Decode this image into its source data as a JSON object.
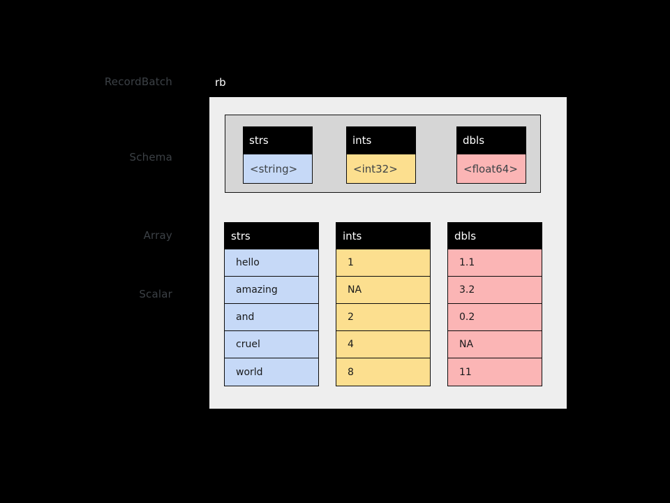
{
  "diagram": {
    "title_label": "rb",
    "side_labels": [
      {
        "key": "recordbatch",
        "text": "RecordBatch"
      },
      {
        "key": "schema",
        "text": "Schema"
      },
      {
        "key": "array",
        "text": "Array"
      },
      {
        "key": "scalar",
        "text": "Scalar"
      }
    ],
    "colors": {
      "background": "#000000",
      "recordbatch_fill": "#eeeeee",
      "schema_fill": "#d6d6d6",
      "header_fill": "#000000",
      "header_text": "#ffffff",
      "string_fill": "#c6d9f7",
      "int32_fill": "#fcdf8f",
      "float64_fill": "#fbb5b5",
      "side_label_text": "#3c4146",
      "stroke": "#0b0b0b"
    },
    "schema": {
      "fields": [
        {
          "name": "strs",
          "type": "<string>",
          "type_class": "tp-string"
        },
        {
          "name": "ints",
          "type": "<int32>",
          "type_class": "tp-int32"
        },
        {
          "name": "dbls",
          "type": "<float64>",
          "type_class": "tp-float64"
        }
      ]
    },
    "arrays": [
      {
        "name": "strs",
        "cells_class": "cells-string",
        "values": [
          "hello",
          "amazing",
          "and",
          "cruel",
          "world"
        ]
      },
      {
        "name": "ints",
        "cells_class": "cells-int32",
        "values": [
          "1",
          "NA",
          "2",
          "4",
          "8"
        ]
      },
      {
        "name": "dbls",
        "cells_class": "cells-float64",
        "values": [
          "1.1",
          "3.2",
          "0.2",
          "NA",
          "11"
        ]
      }
    ],
    "arrows": [
      {
        "key": "schema-arrow",
        "points_to": "schema-box"
      },
      {
        "key": "array-arrow",
        "points_to": "array-column-strs"
      },
      {
        "key": "scalar-arrow",
        "points_to": "array-cell-amazing"
      }
    ]
  }
}
